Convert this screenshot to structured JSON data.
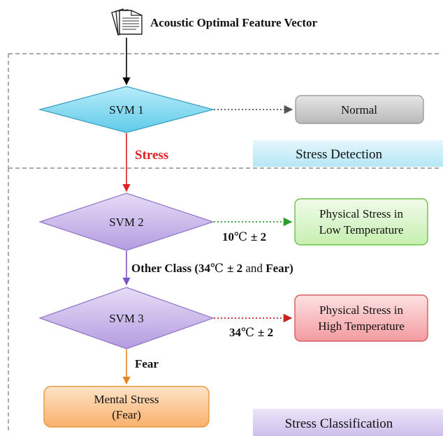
{
  "input": {
    "label": "Acoustic Optimal Feature Vector",
    "icon": "documents-icon"
  },
  "svm1": {
    "label": "SVM 1"
  },
  "svm2": {
    "label": "SVM 2"
  },
  "svm3": {
    "label": "SVM 3"
  },
  "normal": {
    "label": "Normal"
  },
  "stress_edge": {
    "label": "Stress"
  },
  "low_temp": {
    "line1": "Physical Stress in",
    "line2": "Low Temperature",
    "edge_value": "10",
    "edge_unit": "℃",
    "edge_tol": "± 2"
  },
  "other_class": {
    "prefix": "Other Class (",
    "value": "34",
    "unit": "℃",
    "tol": "± 2",
    "and": " and ",
    "fear": "Fear",
    "suffix": ")"
  },
  "high_temp": {
    "line1": "Physical Stress in",
    "line2": "High Temperature",
    "edge_value": "34",
    "edge_unit": "℃",
    "edge_tol": "± 2"
  },
  "fear_edge": {
    "label": "Fear"
  },
  "mental": {
    "line1": "Mental Stress",
    "line2": "(Fear)"
  },
  "sections": {
    "detection": "Stress Detection",
    "classification": "Stress Classification"
  },
  "colors": {
    "svm1_fill": "#7fd8f0",
    "svm_purple": "#c7b4ea",
    "normal_fill": "#cfcfcf",
    "low_temp_fill": "#d7f5c5",
    "high_temp_fill": "#f7b4b8",
    "mental_fill": "#fbc08a",
    "stress_red": "#e02020",
    "fear_orange": "#e8841c",
    "dotted_green": "#2a9d2a",
    "dotted_red": "#c92020"
  }
}
